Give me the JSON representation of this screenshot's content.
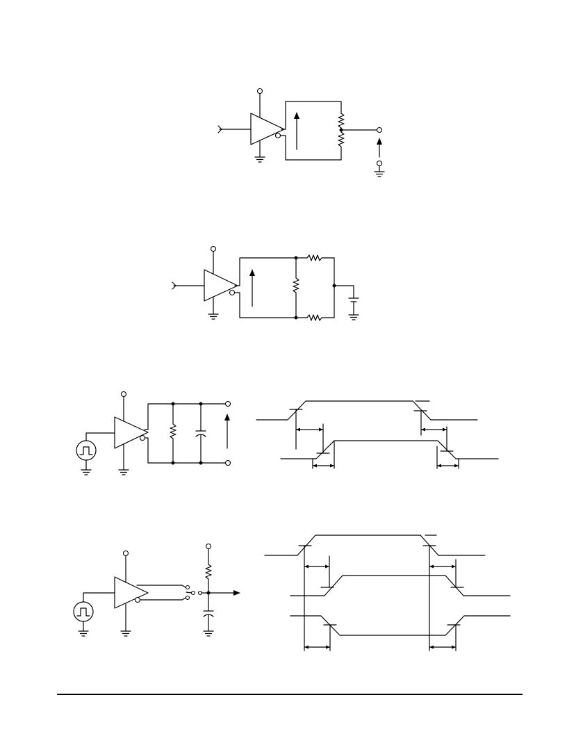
{
  "page": {
    "title": "",
    "figures": [
      {
        "id": "fig1",
        "caption": ""
      },
      {
        "id": "fig2",
        "caption": ""
      },
      {
        "id": "fig3",
        "caption": ""
      },
      {
        "id": "fig4",
        "caption": ""
      }
    ]
  },
  "icons": {
    "pulse_generator": "pulse-generator-icon",
    "ground": "ground-icon",
    "terminal": "terminal-icon",
    "resistor": "resistor-icon",
    "capacitor": "capacitor-icon",
    "switch": "switch-icon",
    "driver": "differential-driver-icon"
  },
  "colors": {
    "ink": "#000000",
    "paper": "#ffffff"
  }
}
